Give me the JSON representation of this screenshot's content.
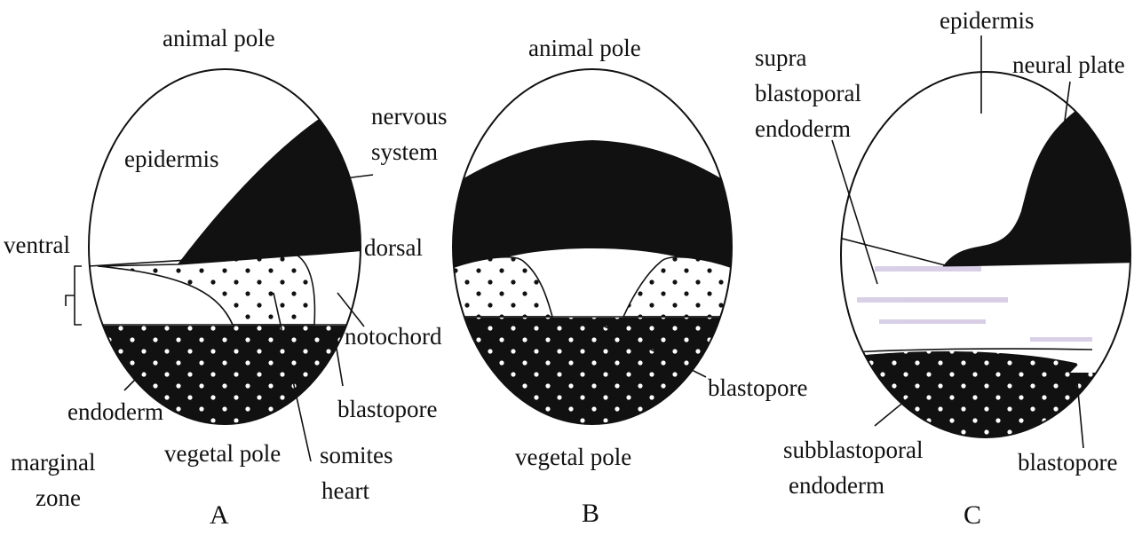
{
  "panels": {
    "a": {
      "letter": "A",
      "labels": {
        "animal_pole": "animal pole",
        "epidermis": "epidermis",
        "nervous": "nervous",
        "system": "system",
        "ventral": "ventral",
        "dorsal": "dorsal",
        "notochord": "notochord",
        "blastopore": "blastopore",
        "endoderm": "endoderm",
        "marginal": "marginal",
        "zone": "zone",
        "vegetal_pole": "vegetal pole",
        "somites": "somites",
        "heart": "heart"
      }
    },
    "b": {
      "letter": "B",
      "labels": {
        "animal_pole": "animal pole",
        "blastopore": "blastopore",
        "vegetal_pole": "vegetal pole"
      }
    },
    "c": {
      "letter": "C",
      "labels": {
        "epidermis": "epidermis",
        "neural_plate": "neural plate",
        "supra": "supra",
        "blastoporal": "blastoporal",
        "endoderm": "endoderm",
        "subblastoporal": "subblastoporal",
        "endoderm2": "endoderm",
        "blastopore": "blastopore"
      }
    }
  },
  "colors": {
    "ink": "#111111",
    "background": "#ffffff",
    "faint_mark": "#b9a9d4"
  }
}
